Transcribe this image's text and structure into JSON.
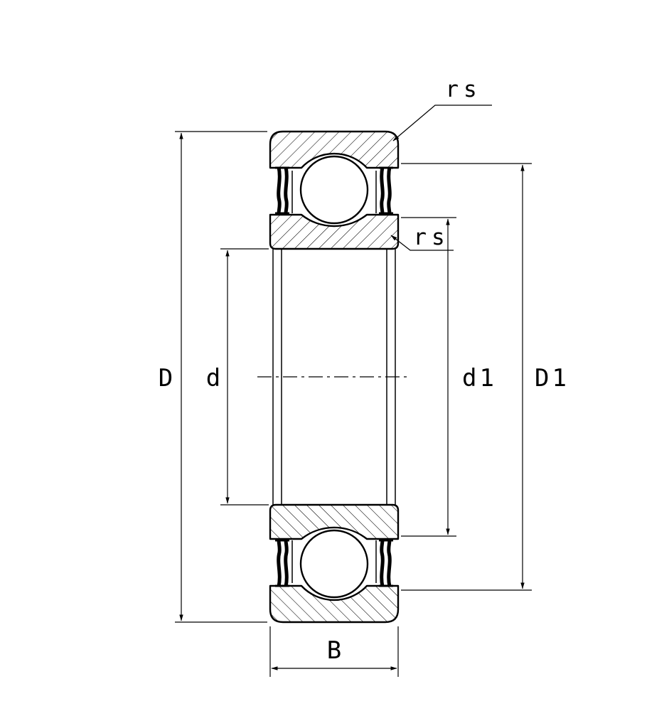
{
  "diagram": {
    "kind": "sealed deep groove ball bearing cross-section",
    "colors": {
      "line": "#000000",
      "background": "#ffffff",
      "seal": "#000000"
    },
    "dimensions": {
      "outer_diameter": "D",
      "bore_diameter": "d",
      "inner_recess_diameter": "d1",
      "outer_recess_diameter": "D1",
      "width": "B",
      "chamfer_outer": "rs",
      "chamfer_inner": "rs"
    }
  }
}
